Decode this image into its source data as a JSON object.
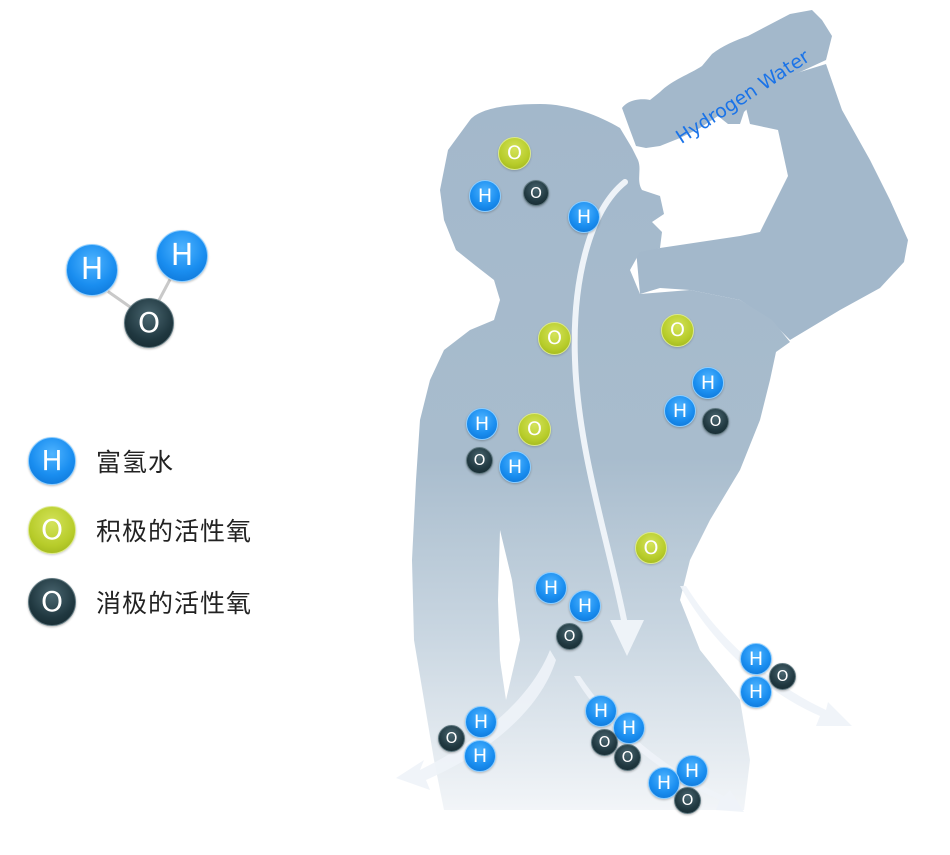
{
  "molecule": {
    "atoms": [
      {
        "symbol": "H",
        "type": "hydrogen"
      },
      {
        "symbol": "H",
        "type": "hydrogen"
      },
      {
        "symbol": "O",
        "type": "oxygen-negative"
      }
    ]
  },
  "legend": {
    "items": [
      {
        "symbol": "H",
        "label": "富氢水",
        "color": "#1a8ef0"
      },
      {
        "symbol": "O",
        "label": "积极的活性氧",
        "color": "#b7cc2a"
      },
      {
        "symbol": "O",
        "label": "消极的活性氧",
        "color": "#203840"
      }
    ]
  },
  "figure": {
    "bottle_label": "Hydrogen Water",
    "silhouette_color": "#a3b8cb",
    "atom_symbols": {
      "hydrogen": "H",
      "oxygen": "O"
    }
  },
  "colors": {
    "hydrogen": "#1a8ef0",
    "positive_oxygen": "#b7cc2a",
    "negative_oxygen": "#203840",
    "bottle_text": "#1a73e8"
  }
}
